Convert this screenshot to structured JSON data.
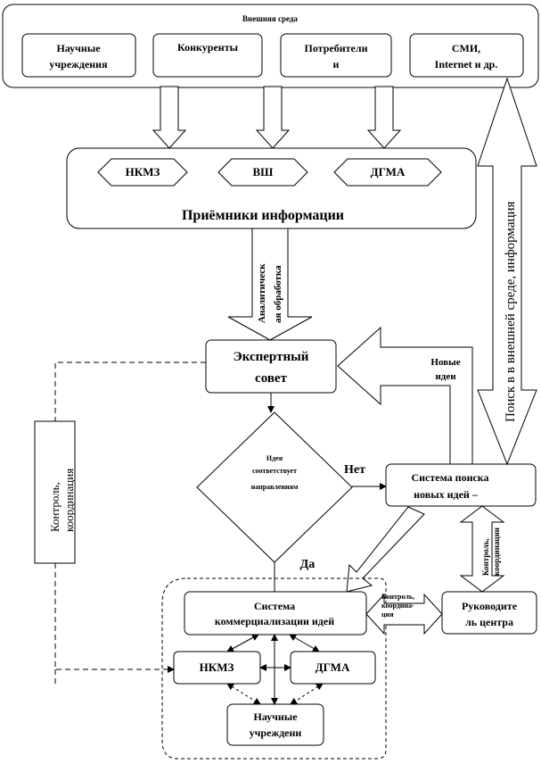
{
  "external": {
    "title": "Внешняя среда",
    "boxes": [
      {
        "line1": "Научные",
        "line2": "учреждения"
      },
      {
        "line1": "Конкуренты",
        "line2": ""
      },
      {
        "line1": "Потребители",
        "line2": "и"
      },
      {
        "line1": "СМИ,",
        "line2": "Internet и др."
      }
    ]
  },
  "receivers": {
    "hexes": [
      "НКМЗ",
      "ВШ",
      "ДГМА"
    ],
    "title": "Приёмники информации"
  },
  "analytic": {
    "line1": "Аналитическ",
    "line2": "ая обработка"
  },
  "expert": {
    "line1": "Экспертный",
    "line2": "совет"
  },
  "new_ideas": {
    "line1": "Новые",
    "line2": "идеи"
  },
  "decision": {
    "line1": "Идея",
    "line2": "соответствует",
    "line3": "направлениям"
  },
  "no_label": "Нет",
  "yes_label": "Да",
  "search_system": {
    "line1": "Система поиска",
    "line2": "новых идей –"
  },
  "search_env": "Поиск в в внешней среде, информация",
  "control_left": {
    "line1": "Контроль,",
    "line2": "координация"
  },
  "control_right": {
    "line1": "Контроль,",
    "line2": "координации"
  },
  "control_mid": {
    "line1": "Контроль,",
    "line2": "координа-",
    "line3": "ция"
  },
  "commercial": {
    "line1": "Система",
    "line2": "коммерциализации идей"
  },
  "bottom": {
    "nkmz": "НКМЗ",
    "dgma": "ДГМА",
    "sci1": "Научные",
    "sci2": "учреждени"
  },
  "head": {
    "line1": "Руководите",
    "line2": "ль центра"
  }
}
